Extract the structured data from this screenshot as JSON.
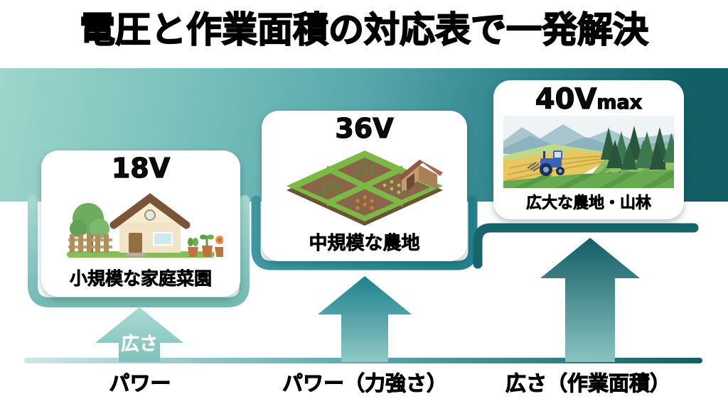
{
  "header": {
    "title": "電圧と作業面積の対応表で一発解決"
  },
  "steps": {
    "cards": [
      {
        "voltage": "18V",
        "voltage_suffix": "",
        "caption": "小規模な家庭菜園",
        "illustration": "house-garden"
      },
      {
        "voltage": "36V",
        "voltage_suffix": "",
        "caption": "中規模な農地",
        "illustration": "isometric-farm-plot"
      },
      {
        "voltage": "40V",
        "voltage_suffix": "max",
        "caption": "広大な農地・山林",
        "illustration": "farmland-and-forest"
      }
    ]
  },
  "arrows": [
    {
      "label": "広さ"
    },
    {
      "label": ""
    },
    {
      "label": ""
    }
  ],
  "axis_labels": [
    {
      "text": "パワー"
    },
    {
      "text": "パワー（力強さ）"
    },
    {
      "text": "広さ（作業面積）"
    }
  ],
  "colors": {
    "band_light": "#9ed5cc",
    "band_dark": "#135f66",
    "step_light": "#9fd2cb",
    "step_mid": "#2e8a94",
    "step_dark": "#17646d",
    "arrow_small_light": "#a8d9d2",
    "arrow_mid_teal": "#1d818e",
    "arrow_dark_teal": "#135e67"
  }
}
